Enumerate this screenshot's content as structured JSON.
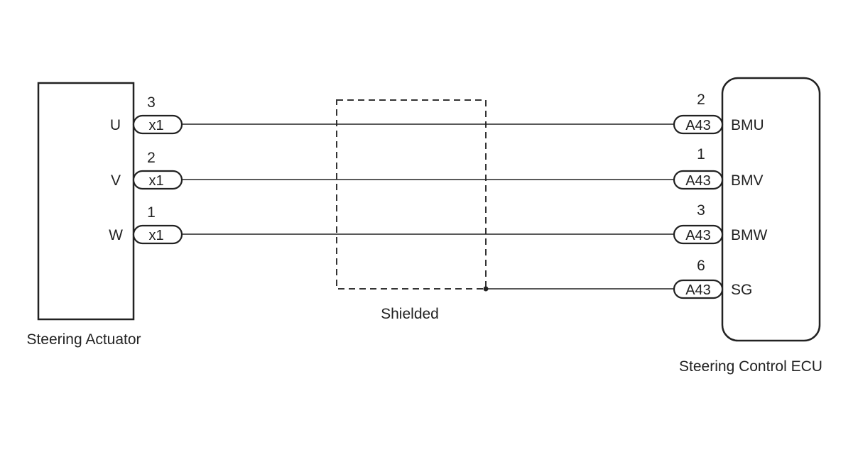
{
  "actuator": {
    "label": "Steering Actuator",
    "pins": [
      {
        "name": "U",
        "connector": "x1",
        "pin": "3"
      },
      {
        "name": "V",
        "connector": "x1",
        "pin": "2"
      },
      {
        "name": "W",
        "connector": "x1",
        "pin": "1"
      }
    ]
  },
  "ecu": {
    "label": "Steering Control ECU",
    "pins": [
      {
        "name": "BMU",
        "connector": "A43",
        "pin": "2"
      },
      {
        "name": "BMV",
        "connector": "A43",
        "pin": "1"
      },
      {
        "name": "BMW",
        "connector": "A43",
        "pin": "3"
      },
      {
        "name": "SG",
        "connector": "A43",
        "pin": "6"
      }
    ]
  },
  "shield": {
    "label": "Shielded"
  },
  "colors": {
    "line": "#222222",
    "background": "#ffffff"
  }
}
